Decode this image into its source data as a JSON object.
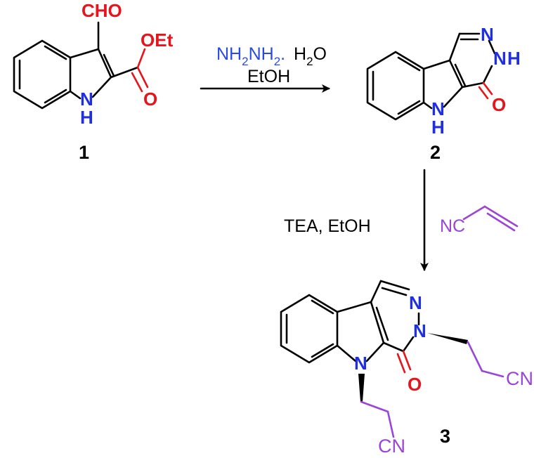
{
  "colors": {
    "oxygen": "#e8141b",
    "nitrogen": "#2030e0",
    "reagent": "#2a4ae8",
    "cyanoethyl": "#9b44d8",
    "bond": "#000000"
  },
  "compound1": {
    "label": "1",
    "aldehyde": "CHO",
    "ester_o": "OEt",
    "carbonyl_o": "O",
    "nh": "N",
    "nh_h": "H"
  },
  "compound2": {
    "label": "2",
    "n_top": "N",
    "nh_ring": "N",
    "nh_ring_h": "H",
    "carbonyl_o": "O",
    "nh_indole": "N",
    "nh_indole_h": "H"
  },
  "compound3": {
    "label": "3",
    "n_top": "N",
    "n_ring": "N",
    "carbonyl_o": "O",
    "n_indole": "N",
    "cn_right": "CN",
    "cn_bottom": "CN"
  },
  "step1": {
    "reagent_nh2nh2_a": "NH",
    "reagent_sub1": "2",
    "reagent_nh2nh2_b": "NH",
    "reagent_sub2": "2",
    "reagent_dot": ".",
    "water_h": "H",
    "water_sub": "2",
    "water_o": "O",
    "solvent": "EtOH"
  },
  "step2": {
    "conditions": "TEA, EtOH",
    "acrylonitrile_cn": "NC"
  }
}
